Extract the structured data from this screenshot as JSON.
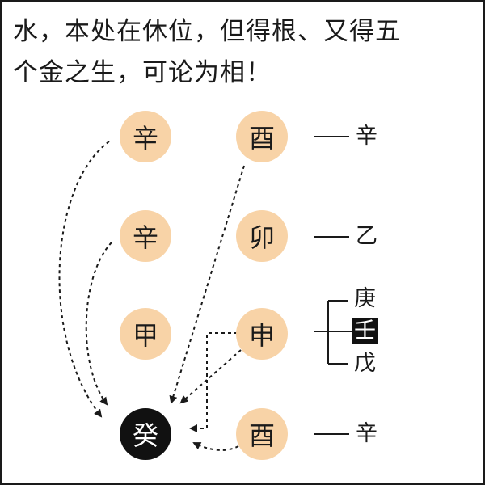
{
  "caption": {
    "line1": "水，本处在休位，但得根、又得五",
    "line2": "个金之生，可论为相！"
  },
  "left_column": {
    "year_stem": "辛",
    "month_stem": "辛",
    "day_stem": "甲",
    "hour_stem": "癸"
  },
  "right_column": {
    "year_branch": "酉",
    "month_branch": "卯",
    "day_branch": "申",
    "hour_branch": "酉"
  },
  "hidden_stems": {
    "year": "辛",
    "month": "乙",
    "day": [
      "庚",
      "壬",
      "戊"
    ],
    "hour": "辛"
  },
  "colors": {
    "circle_fill": "#f8d3a7",
    "highlight_fill": "#111111",
    "ink": "#1a1a1a"
  }
}
